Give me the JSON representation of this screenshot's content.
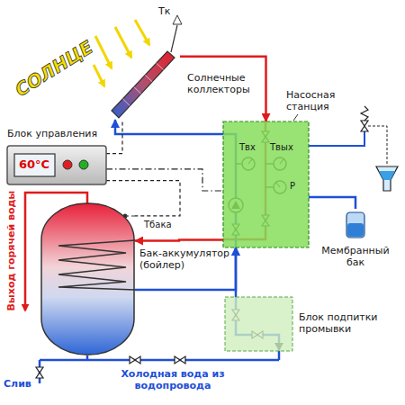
{
  "diagram": {
    "nodes": [
      {
        "text": [
          "Солнечные коллекторы"
        ]
      },
      {
        "text": [
          "Блок управления",
          "60°C"
        ]
      },
      {
        "text": [
          "Насосная станция"
        ]
      },
      {
        "text": [
          "Бак-аккумулятор (бойлер)"
        ]
      },
      {
        "text": [
          "Мембранный бак"
        ]
      },
      {
        "text": [
          "Блок подпитки промывки"
        ]
      }
    ],
    "edges": [
      {
        "from": 0,
        "to": 2,
        "arrow": "to"
      },
      {
        "from": 2,
        "to": 3,
        "arrow": "to"
      },
      {
        "from": 3,
        "to": 2,
        "arrow": "to"
      },
      {
        "from": 2,
        "to": 0,
        "arrow": "to"
      },
      {
        "from": 5,
        "to": 2,
        "arrow": "to"
      },
      {
        "from": 2,
        "to": 4,
        "arrow": "none"
      },
      {
        "from": 1,
        "to": 0,
        "arrow": "none"
      },
      {
        "from": 1,
        "to": 2,
        "arrow": "none"
      },
      {
        "from": 1,
        "to": 3,
        "arrow": "none"
      }
    ],
    "labels": [
      "СОЛНЦЕ",
      "Тк",
      "Твх",
      "Твых",
      "P",
      "Выход горячей воды",
      "Тбака",
      "Слив",
      "Холодная вода из водопровода"
    ]
  }
}
